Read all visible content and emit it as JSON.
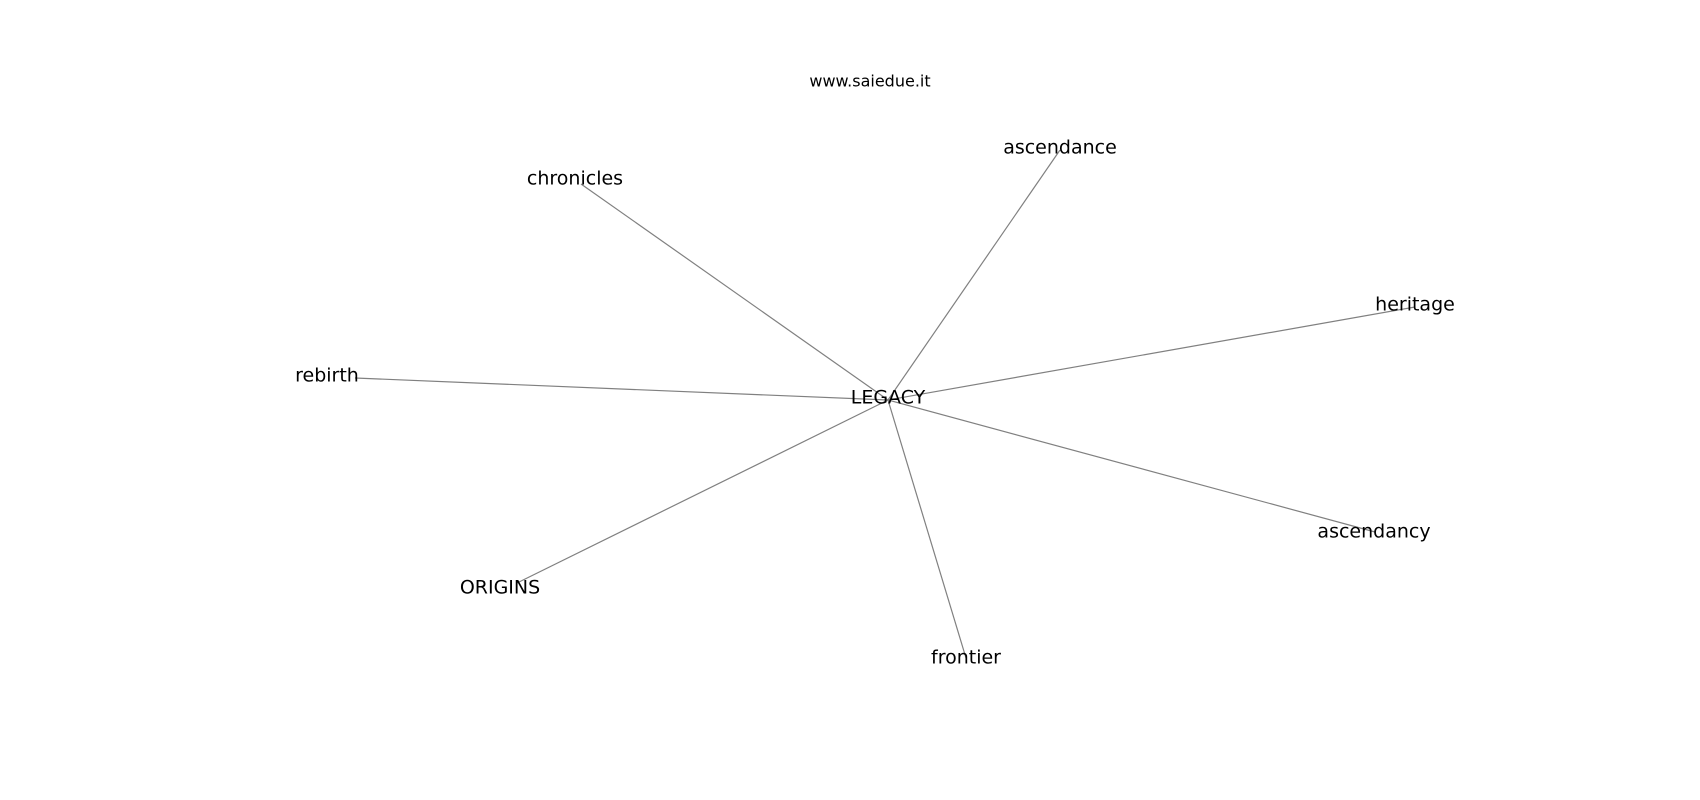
{
  "watermark": "www.saiedue.it",
  "graph": {
    "center": {
      "id": "legacy",
      "label": "LEGACY"
    },
    "nodes": [
      {
        "id": "chronicles",
        "label": "chronicles"
      },
      {
        "id": "ascendance",
        "label": "ascendance"
      },
      {
        "id": "heritage",
        "label": "heritage"
      },
      {
        "id": "rebirth",
        "label": "rebirth"
      },
      {
        "id": "ascendancy",
        "label": "ascendancy"
      },
      {
        "id": "origins",
        "label": "ORIGINS"
      },
      {
        "id": "frontier",
        "label": "frontier"
      }
    ],
    "edges": [
      [
        "legacy",
        "chronicles"
      ],
      [
        "legacy",
        "ascendance"
      ],
      [
        "legacy",
        "heritage"
      ],
      [
        "legacy",
        "rebirth"
      ],
      [
        "legacy",
        "ascendancy"
      ],
      [
        "legacy",
        "origins"
      ],
      [
        "legacy",
        "frontier"
      ]
    ],
    "colors": {
      "edge": "#808080",
      "text": "#000000"
    }
  }
}
